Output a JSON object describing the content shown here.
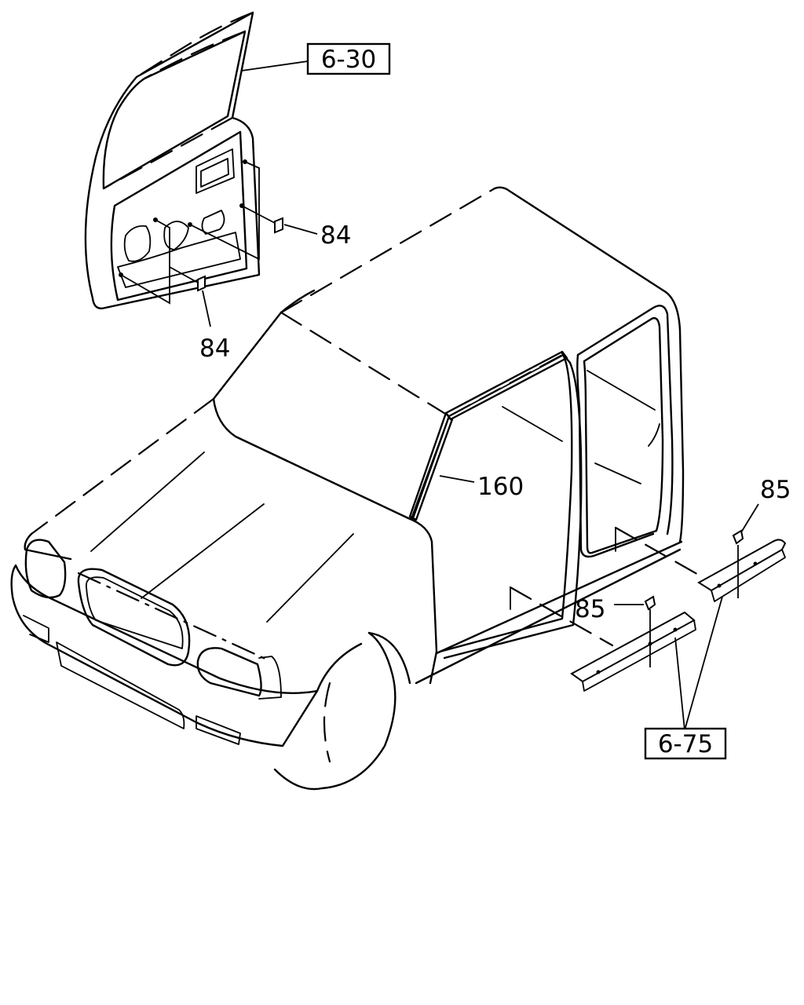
{
  "callouts": {
    "ref_door": "6-30",
    "ref_sill": "6-75",
    "part_84_a": "84",
    "part_84_b": "84",
    "part_160": "160",
    "part_85_a": "85",
    "part_85_b": "85"
  }
}
